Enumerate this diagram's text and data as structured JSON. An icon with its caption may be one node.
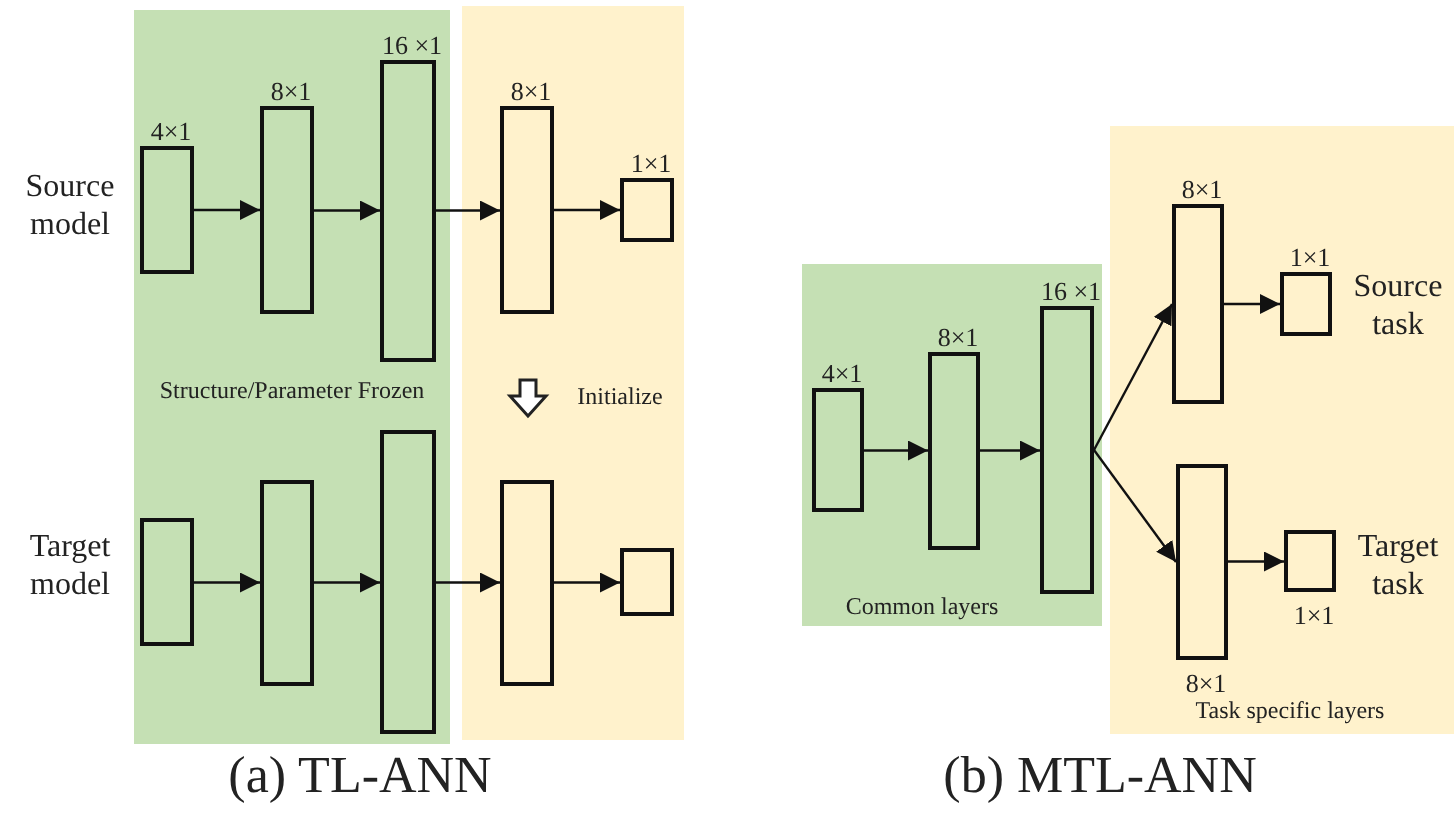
{
  "diagram": {
    "nodes": [
      {
        "text": [
          "Structure/Parameter Frozen"
        ]
      },
      {
        "text": [],
        "shape": "box",
        "in": 0,
        "beside": [
          "4×1"
        ]
      },
      {
        "text": [],
        "shape": "box",
        "in": 0,
        "beside": [
          "8×1"
        ]
      },
      {
        "text": [],
        "shape": "box",
        "in": 0,
        "beside": [
          "16 ×1"
        ]
      },
      {
        "text": [],
        "shape": "box",
        "in": 0
      },
      {
        "text": [],
        "shape": "box",
        "in": 0
      },
      {
        "text": [],
        "shape": "box",
        "in": 0
      },
      {
        "text": [
          "Initialize"
        ]
      },
      {
        "text": [],
        "shape": "box",
        "in": 7,
        "beside": [
          "8×1"
        ]
      },
      {
        "text": [],
        "shape": "box",
        "in": 7,
        "beside": [
          "1×1"
        ]
      },
      {
        "text": [],
        "shape": "box",
        "in": 7
      },
      {
        "text": [],
        "shape": "box",
        "in": 7
      },
      {
        "text": [
          "Common layers"
        ]
      },
      {
        "text": [],
        "shape": "box",
        "in": 12,
        "beside": [
          "4×1"
        ]
      },
      {
        "text": [],
        "shape": "box",
        "in": 12,
        "beside": [
          "8×1"
        ]
      },
      {
        "text": [],
        "shape": "box",
        "in": 12,
        "beside": [
          "16 ×1"
        ]
      },
      {
        "text": [
          "Task specific layers"
        ]
      },
      {
        "text": [],
        "shape": "box",
        "in": 16,
        "beside": [
          "8×1"
        ]
      },
      {
        "text": [],
        "shape": "box",
        "in": 16,
        "beside": [
          "1×1"
        ]
      },
      {
        "text": [],
        "shape": "box",
        "in": 16,
        "beside": [
          "8×1"
        ]
      },
      {
        "text": [],
        "shape": "box",
        "in": 16,
        "beside": [
          "1×1"
        ]
      }
    ],
    "edges": [
      {
        "from": 1,
        "to": 2,
        "arrow": "to"
      },
      {
        "from": 2,
        "to": 3,
        "arrow": "to"
      },
      {
        "from": 3,
        "to": 8,
        "arrow": "to"
      },
      {
        "from": 8,
        "to": 9,
        "arrow": "to"
      },
      {
        "from": 4,
        "to": 5,
        "arrow": "to"
      },
      {
        "from": 5,
        "to": 6,
        "arrow": "to"
      },
      {
        "from": 6,
        "to": 10,
        "arrow": "to"
      },
      {
        "from": 10,
        "to": 11,
        "arrow": "to"
      },
      {
        "from": 13,
        "to": 14,
        "arrow": "to"
      },
      {
        "from": 14,
        "to": 15,
        "arrow": "to"
      },
      {
        "from": 15,
        "to": 17,
        "arrow": "to"
      },
      {
        "from": 15,
        "to": 19,
        "arrow": "to"
      },
      {
        "from": 17,
        "to": 18,
        "arrow": "to"
      },
      {
        "from": 19,
        "to": 20,
        "arrow": "to"
      }
    ],
    "labels": [
      "Source model",
      "Target model",
      "Source task",
      "Target task",
      "(a) TL-ANN",
      "(b) MTL-ANN"
    ]
  }
}
